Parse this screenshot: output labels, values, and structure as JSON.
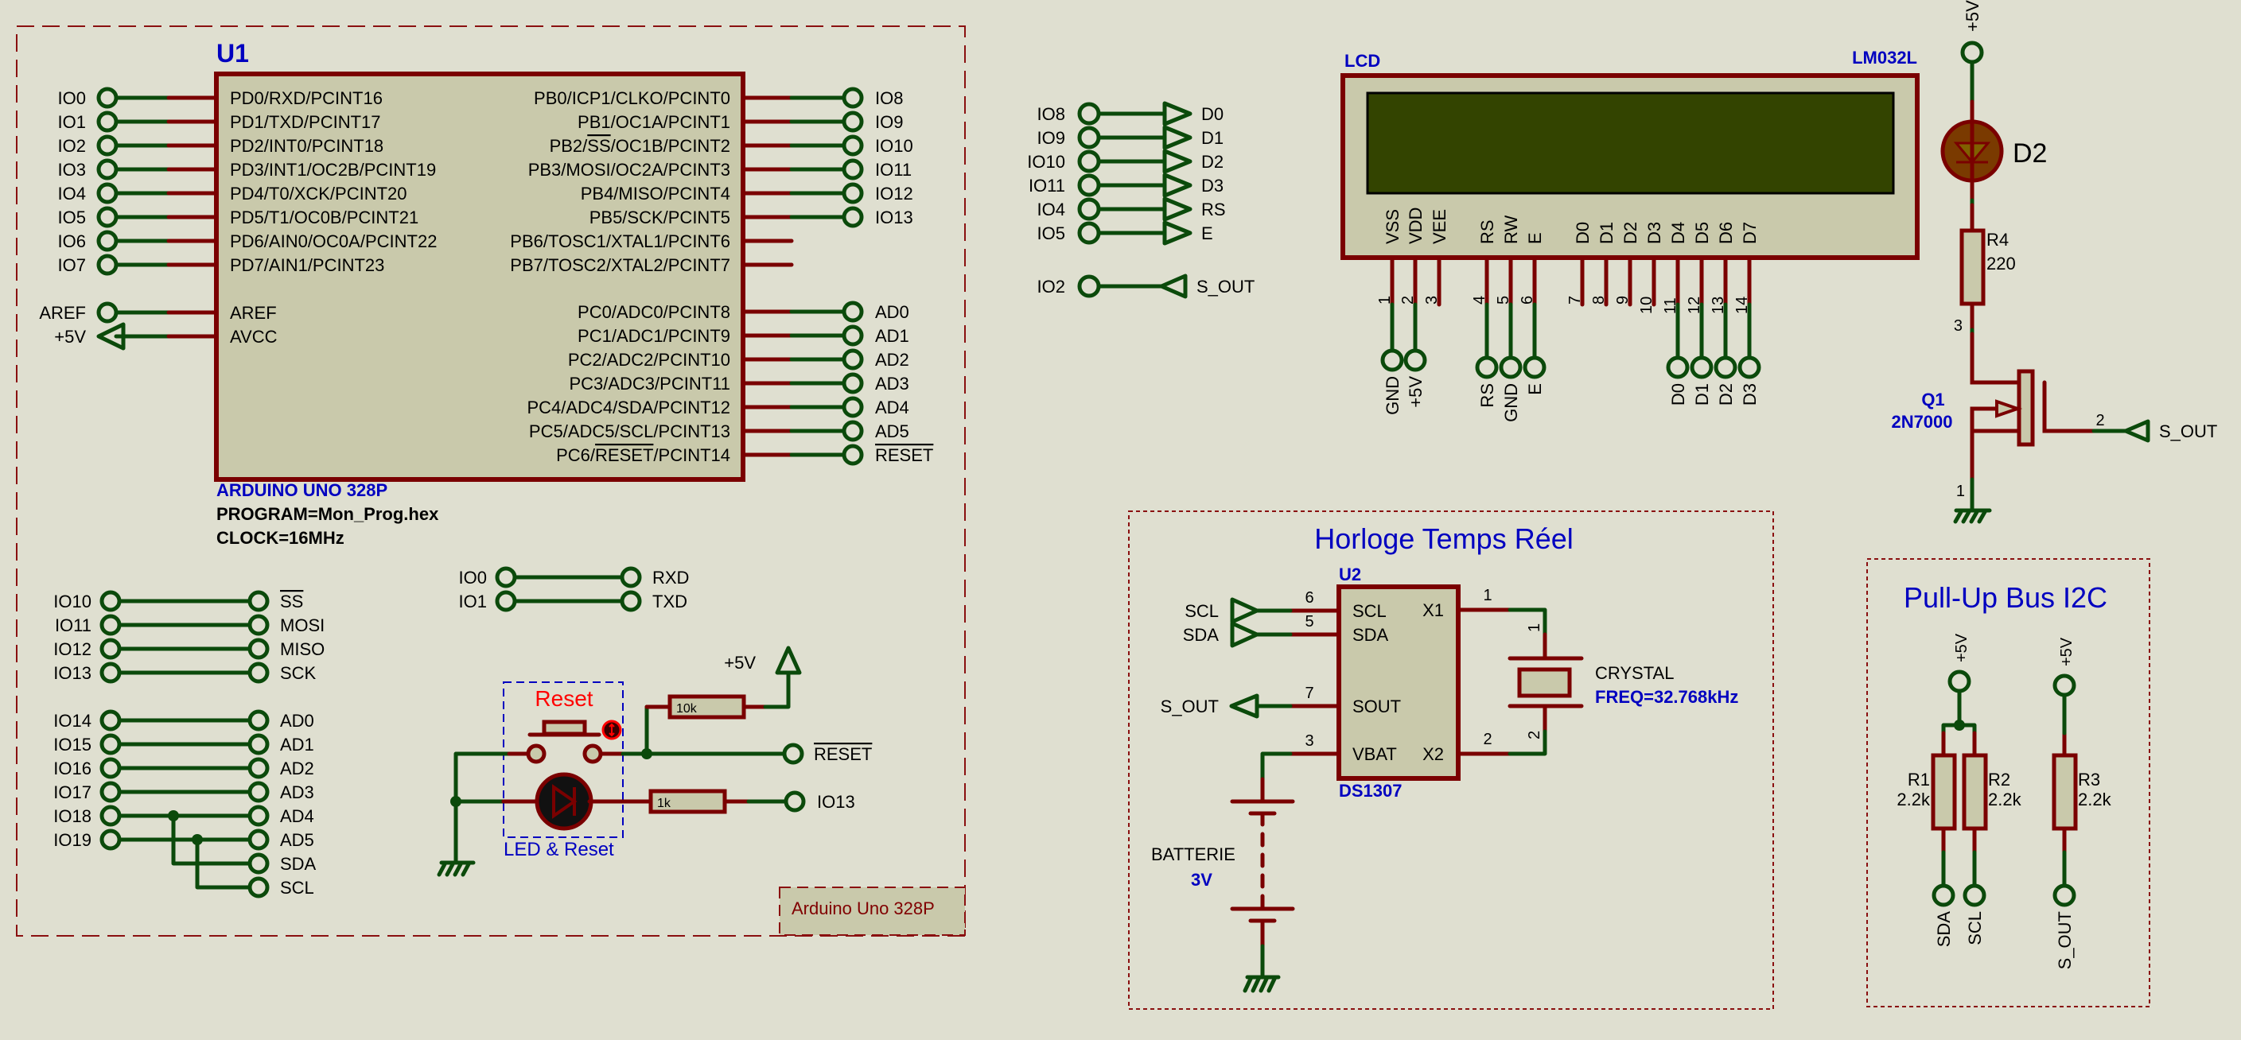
{
  "u1": {
    "ref": "U1",
    "part": "ARDUINO UNO 328P",
    "program": "PROGRAM=Mon_Prog.hex",
    "clock": "CLOCK=16MHz",
    "left_pins": [
      {
        "pin": "PD0/RXD/PCINT16",
        "net": "IO0"
      },
      {
        "pin": "PD1/TXD/PCINT17",
        "net": "IO1"
      },
      {
        "pin": "PD2/INT0/PCINT18",
        "net": "IO2"
      },
      {
        "pin": "PD3/INT1/OC2B/PCINT19",
        "net": "IO3"
      },
      {
        "pin": "PD4/T0/XCK/PCINT20",
        "net": "IO4"
      },
      {
        "pin": "PD5/T1/OC0B/PCINT21",
        "net": "IO5"
      },
      {
        "pin": "PD6/AIN0/OC0A/PCINT22",
        "net": "IO6"
      },
      {
        "pin": "PD7/AIN1/PCINT23",
        "net": "IO7"
      }
    ],
    "aref": {
      "pin": "AREF",
      "net": "AREF"
    },
    "avcc": {
      "pin": "AVCC",
      "net": "+5V"
    },
    "right_pins_b": [
      {
        "pin": "PB0/ICP1/CLKO/PCINT0",
        "net": "IO8"
      },
      {
        "pin": "PB1/OC1A/PCINT1",
        "net": "IO9"
      },
      {
        "pin": "PB2/SS/OC1B/PCINT2",
        "net": "IO10"
      },
      {
        "pin": "PB3/MOSI/OC2A/PCINT3",
        "net": "IO11"
      },
      {
        "pin": "PB4/MISO/PCINT4",
        "net": "IO12"
      },
      {
        "pin": "PB5/SCK/PCINT5",
        "net": "IO13"
      },
      {
        "pin": "PB6/TOSC1/XTAL1/PCINT6",
        "net": ""
      },
      {
        "pin": "PB7/TOSC2/XTAL2/PCINT7",
        "net": ""
      }
    ],
    "right_pins_c": [
      {
        "pin": "PC0/ADC0/PCINT8",
        "net": "AD0"
      },
      {
        "pin": "PC1/ADC1/PCINT9",
        "net": "AD1"
      },
      {
        "pin": "PC2/ADC2/PCINT10",
        "net": "AD2"
      },
      {
        "pin": "PC3/ADC3/PCINT11",
        "net": "AD3"
      },
      {
        "pin": "PC4/ADC4/SDA/PCINT12",
        "net": "AD4"
      },
      {
        "pin": "PC5/ADC5/SCL/PCINT13",
        "net": "AD5"
      },
      {
        "pin": "PC6/RESET/PCINT14",
        "net": "RESET"
      }
    ]
  },
  "spi_links": [
    {
      "from": "IO10",
      "to": "SS"
    },
    {
      "from": "IO11",
      "to": "MOSI"
    },
    {
      "from": "IO12",
      "to": "MISO"
    },
    {
      "from": "IO13",
      "to": "SCK"
    }
  ],
  "analog_links": [
    {
      "from": "IO14",
      "to": "AD0"
    },
    {
      "from": "IO15",
      "to": "AD1"
    },
    {
      "from": "IO16",
      "to": "AD2"
    },
    {
      "from": "IO17",
      "to": "AD3"
    },
    {
      "from": "IO18",
      "to": "AD4"
    },
    {
      "from": "IO19",
      "to": "AD5"
    },
    {
      "from": "",
      "to": "SDA"
    },
    {
      "from": "",
      "to": "SCL"
    }
  ],
  "uart_links": [
    {
      "from": "IO0",
      "to": "RXD"
    },
    {
      "from": "IO1",
      "to": "TXD"
    }
  ],
  "led_reset": {
    "button_label": "Reset",
    "group_label": "LED & Reset",
    "pullup_value": "10k",
    "led_resistor_value": "1k",
    "supply": "+5V",
    "reset_net": "RESET",
    "led_net": "IO13"
  },
  "sheet_label": "Arduino Uno 328P",
  "lcd_links": [
    {
      "from": "IO8",
      "to": "D0"
    },
    {
      "from": "IO9",
      "to": "D1"
    },
    {
      "from": "IO10",
      "to": "D2"
    },
    {
      "from": "IO11",
      "to": "D3"
    },
    {
      "from": "IO4",
      "to": "RS"
    },
    {
      "from": "IO5",
      "to": "E"
    }
  ],
  "sout_link": {
    "from": "IO2",
    "to": "S_OUT"
  },
  "lcd": {
    "ref": "LCD",
    "part": "LM032L",
    "pins": [
      {
        "name": "VSS",
        "num": "1",
        "net": "GND"
      },
      {
        "name": "VDD",
        "num": "2",
        "net": "+5V"
      },
      {
        "name": "VEE",
        "num": "3",
        "net": ""
      },
      {
        "name": "RS",
        "num": "4",
        "net": "RS"
      },
      {
        "name": "RW",
        "num": "5",
        "net": "GND"
      },
      {
        "name": "E",
        "num": "6",
        "net": "E"
      },
      {
        "name": "D0",
        "num": "7",
        "net": ""
      },
      {
        "name": "D1",
        "num": "8",
        "net": ""
      },
      {
        "name": "D2",
        "num": "9",
        "net": ""
      },
      {
        "name": "D3",
        "num": "10",
        "net": ""
      },
      {
        "name": "D4",
        "num": "11",
        "net": "D0"
      },
      {
        "name": "D5",
        "num": "12",
        "net": "D1"
      },
      {
        "name": "D6",
        "num": "13",
        "net": "D2"
      },
      {
        "name": "D7",
        "num": "14",
        "net": "D3"
      }
    ]
  },
  "led_driver": {
    "supply": "+5V",
    "led_ref": "D2",
    "resistor_ref": "R4",
    "resistor_value": "220",
    "q_ref": "Q1",
    "q_part": "2N7000",
    "drain_pin": "3",
    "gate_pin": "2",
    "source_pin": "1",
    "gate_net": "S_OUT"
  },
  "rtc": {
    "title": "Horloge Temps Réel",
    "ref": "U2",
    "part": "DS1307",
    "pins_left": [
      {
        "name": "SCL",
        "num": "6",
        "net": "SCL"
      },
      {
        "name": "SDA",
        "num": "5",
        "net": "SDA"
      },
      {
        "name": "SOUT",
        "num": "7",
        "net": "S_OUT"
      },
      {
        "name": "VBAT",
        "num": "3",
        "net": ""
      }
    ],
    "pins_right": [
      {
        "name": "X1",
        "num": "1"
      },
      {
        "name": "X2",
        "num": "2"
      }
    ],
    "crystal_label": "CRYSTAL",
    "crystal_freq": "FREQ=32.768kHz",
    "crystal_pin1": "1",
    "crystal_pin2": "2",
    "battery_label": "BATTERIE",
    "battery_value": "3V"
  },
  "pullup": {
    "title": "Pull-Up Bus I2C",
    "supply": "+5V",
    "resistors": [
      {
        "ref": "R1",
        "value": "2.2k",
        "net": "SDA"
      },
      {
        "ref": "R2",
        "value": "2.2k",
        "net": "SCL"
      },
      {
        "ref": "R3",
        "value": "2.2k",
        "net": "S_OUT"
      }
    ]
  },
  "colors": {
    "background": "#dfdfd0",
    "wire": "#0b4a0b",
    "component_outline": "#7a0000",
    "component_fill": "#c9c9ab",
    "reference_text": "#0000c0",
    "lcd_screen": "#334400",
    "reset_label": "#ff0000"
  }
}
